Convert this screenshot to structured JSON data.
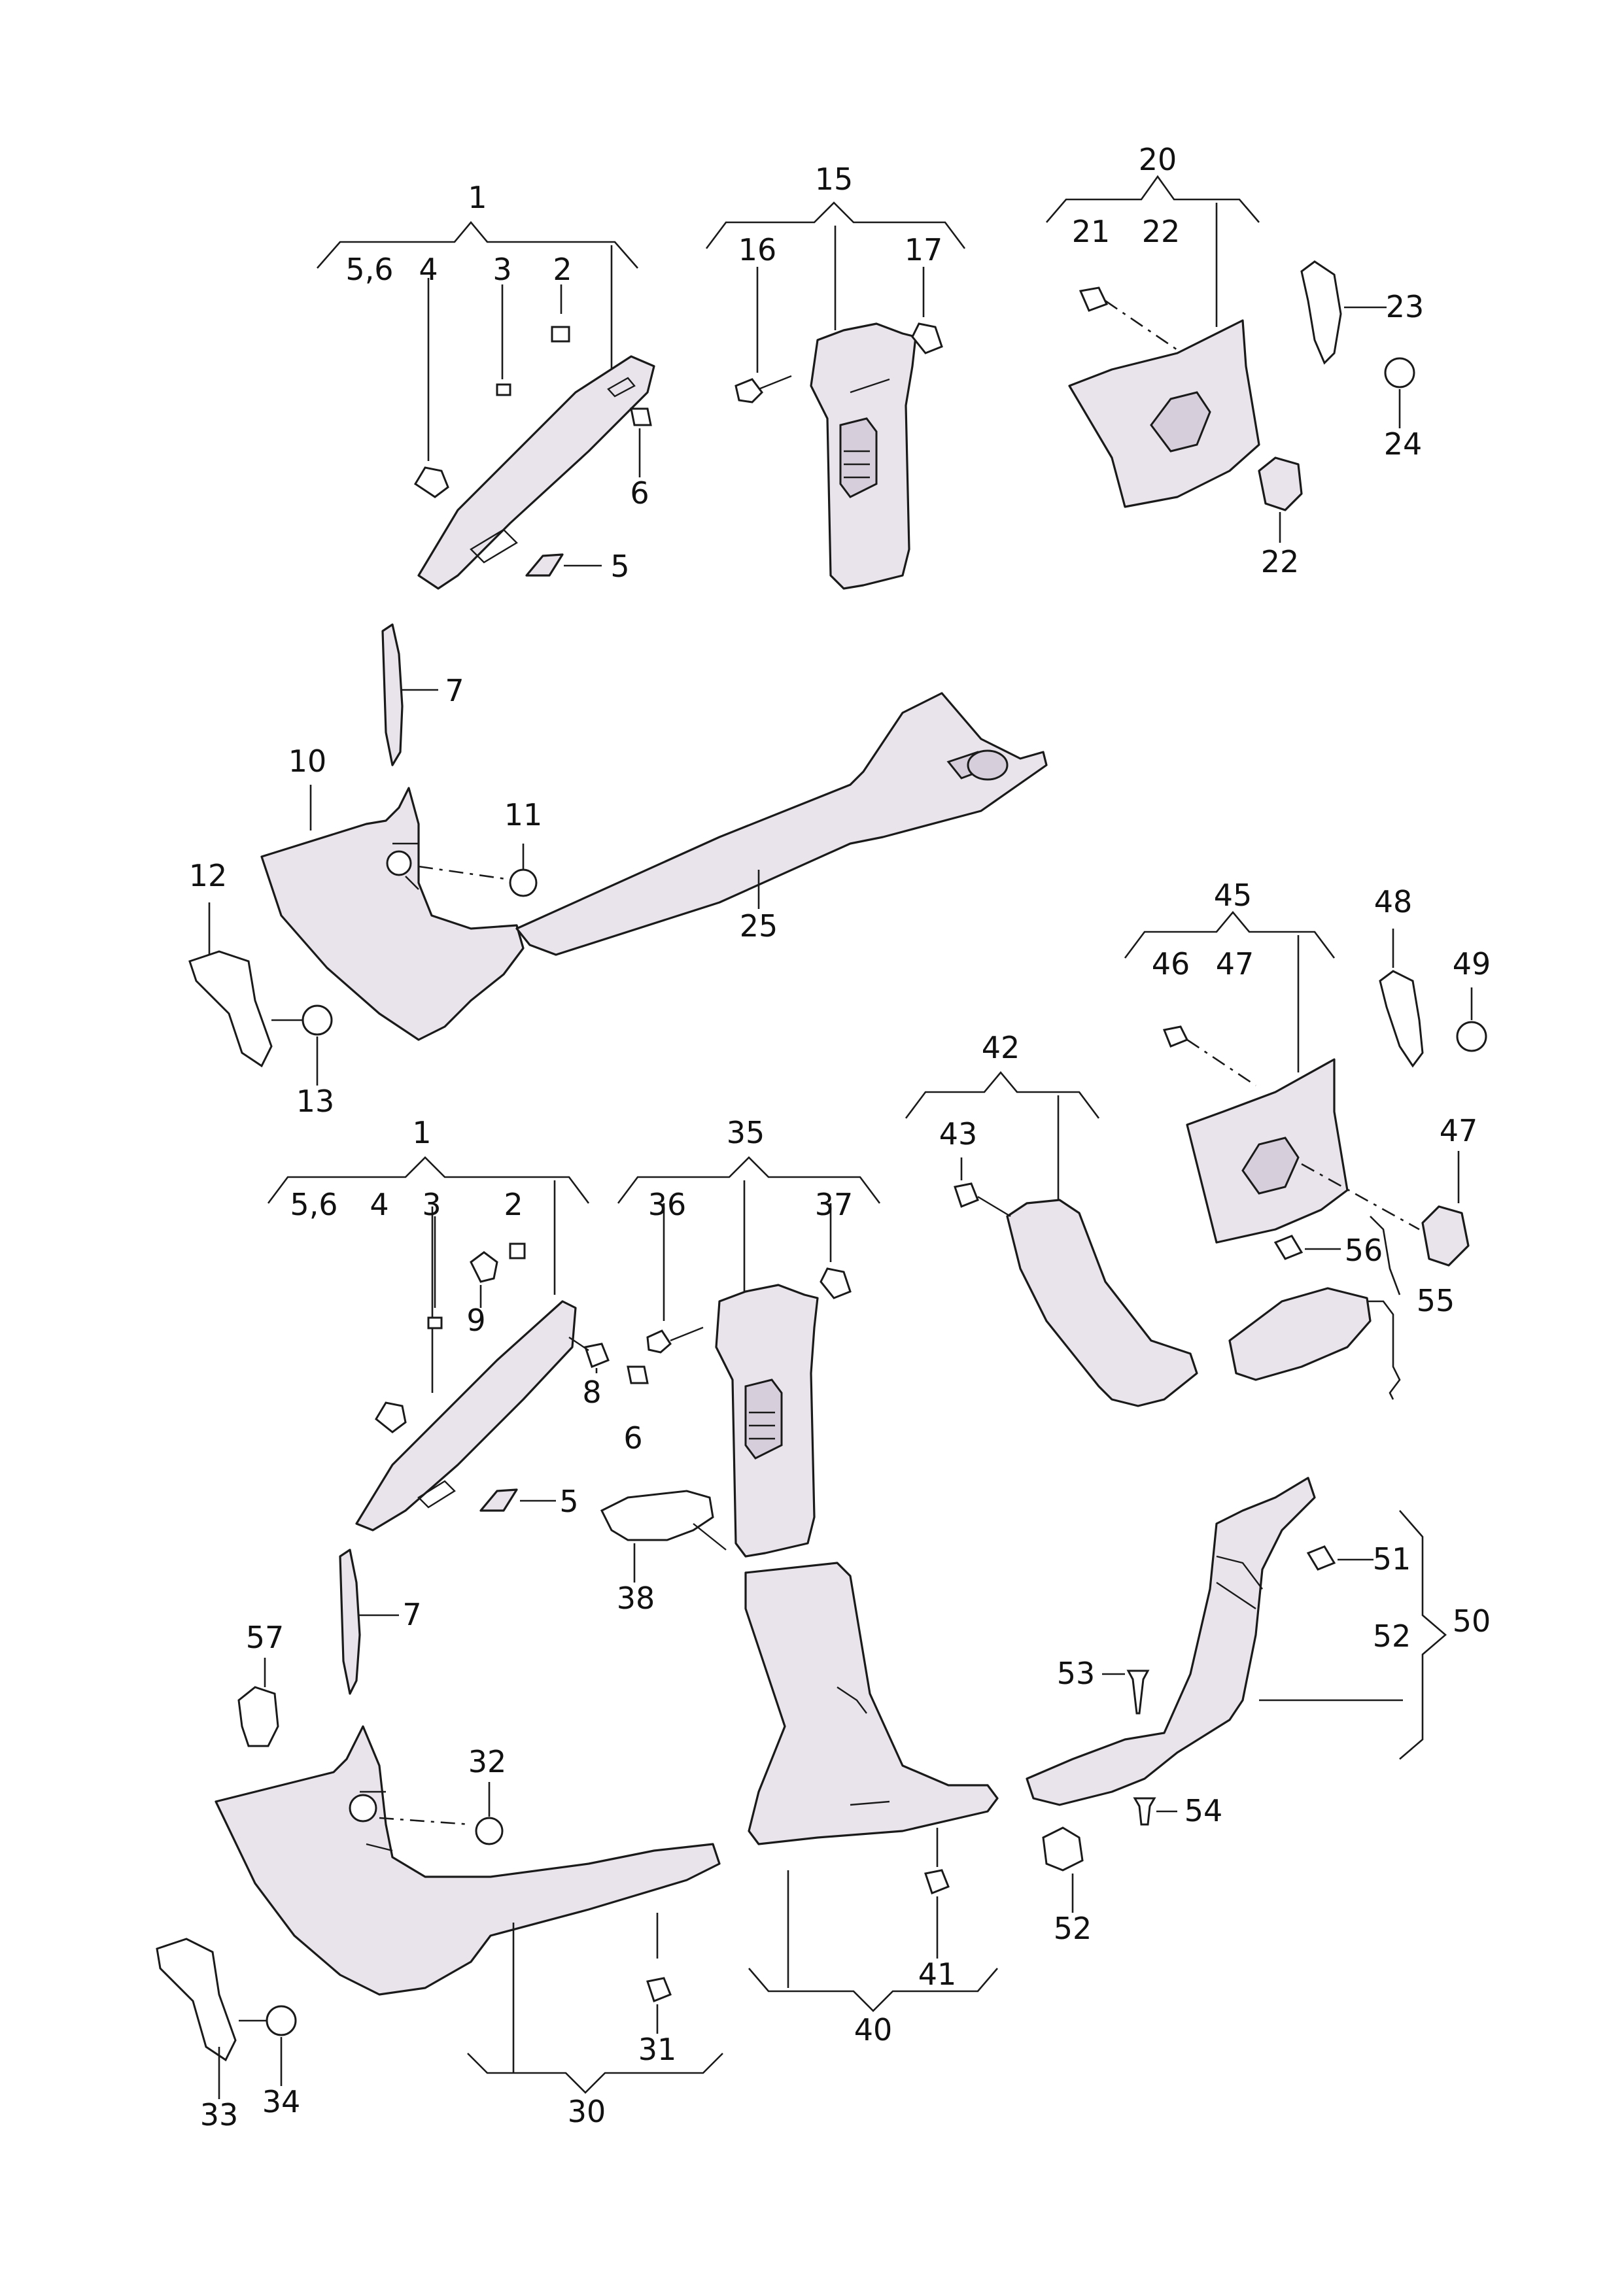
{
  "labels": [
    {
      "key": "a1",
      "text": "1"
    },
    {
      "key": "a56",
      "text": "5,6"
    },
    {
      "key": "a4",
      "text": "4"
    },
    {
      "key": "a3",
      "text": "3"
    },
    {
      "key": "a2",
      "text": "2"
    },
    {
      "key": "a6",
      "text": "6"
    },
    {
      "key": "a5",
      "text": "5"
    },
    {
      "key": "b15",
      "text": "15"
    },
    {
      "key": "b16",
      "text": "16"
    },
    {
      "key": "b17",
      "text": "17"
    },
    {
      "key": "c20",
      "text": "20"
    },
    {
      "key": "c21",
      "text": "21"
    },
    {
      "key": "c22a",
      "text": "22"
    },
    {
      "key": "c23",
      "text": "23"
    },
    {
      "key": "c24",
      "text": "24"
    },
    {
      "key": "c22b",
      "text": "22"
    },
    {
      "key": "d7",
      "text": "7"
    },
    {
      "key": "d10",
      "text": "10"
    },
    {
      "key": "d11",
      "text": "11"
    },
    {
      "key": "d12",
      "text": "12"
    },
    {
      "key": "d13",
      "text": "13"
    },
    {
      "key": "d25",
      "text": "25"
    },
    {
      "key": "e45",
      "text": "45"
    },
    {
      "key": "e46",
      "text": "46"
    },
    {
      "key": "e47a",
      "text": "47"
    },
    {
      "key": "e48",
      "text": "48"
    },
    {
      "key": "e49",
      "text": "49"
    },
    {
      "key": "e47b",
      "text": "47"
    },
    {
      "key": "e56",
      "text": "56"
    },
    {
      "key": "e55",
      "text": "55"
    },
    {
      "key": "f42",
      "text": "42"
    },
    {
      "key": "f43",
      "text": "43"
    },
    {
      "key": "g1",
      "text": "1"
    },
    {
      "key": "g56",
      "text": "5,6"
    },
    {
      "key": "g4",
      "text": "4"
    },
    {
      "key": "g3",
      "text": "3"
    },
    {
      "key": "g2",
      "text": "2"
    },
    {
      "key": "g9",
      "text": "9"
    },
    {
      "key": "g8",
      "text": "8"
    },
    {
      "key": "g6",
      "text": "6"
    },
    {
      "key": "g5",
      "text": "5"
    },
    {
      "key": "h35",
      "text": "35"
    },
    {
      "key": "h36",
      "text": "36"
    },
    {
      "key": "h37",
      "text": "37"
    },
    {
      "key": "h38",
      "text": "38"
    },
    {
      "key": "i7",
      "text": "7"
    },
    {
      "key": "i57",
      "text": "57"
    },
    {
      "key": "i32",
      "text": "32"
    },
    {
      "key": "i33",
      "text": "33"
    },
    {
      "key": "i34",
      "text": "34"
    },
    {
      "key": "i31",
      "text": "31"
    },
    {
      "key": "i30",
      "text": "30"
    },
    {
      "key": "j40",
      "text": "40"
    },
    {
      "key": "j41",
      "text": "41"
    },
    {
      "key": "k50",
      "text": "50"
    },
    {
      "key": "k51",
      "text": "51"
    },
    {
      "key": "k52a",
      "text": "52"
    },
    {
      "key": "k53",
      "text": "53"
    },
    {
      "key": "k54",
      "text": "54"
    },
    {
      "key": "k52b",
      "text": "52"
    }
  ]
}
